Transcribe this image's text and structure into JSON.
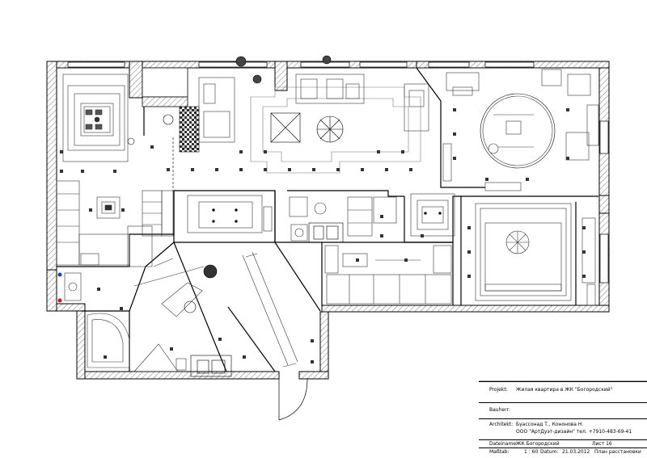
{
  "stamp": {
    "projekt_label": "Projekt:",
    "projekt_value": "Жилая квартира в ЖК \"Богородский\"",
    "bauherr_label": "Bauherr:",
    "architekt_label": "Architekt:",
    "architekt_line1": "Буассонад Т., Кононова Н.",
    "architekt_line2": "ООО \"АртДуэт-дизайн\" тел. +7910-483-69-41",
    "dateiname_label": "Dateiname:",
    "dateiname_value": "ЖК Богородский",
    "sheet_label": "Лист 16",
    "masstab_label": "Maßtab:",
    "masstab_value": "1 : 60",
    "datum_label": "Datum:",
    "datum_value": "21.03.2012",
    "plan_title": "План расстановки"
  }
}
